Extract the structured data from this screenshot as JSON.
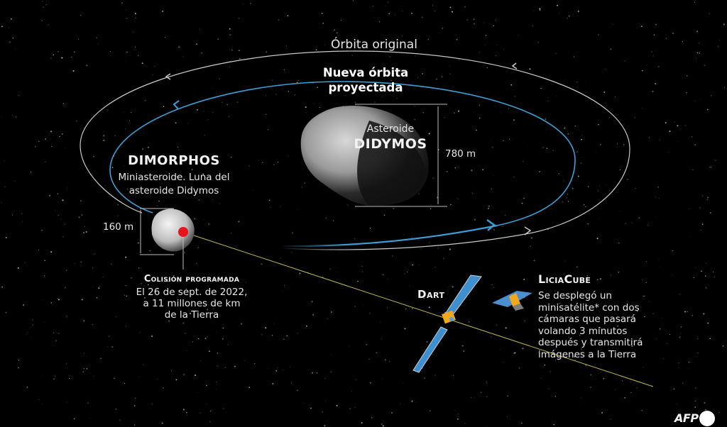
{
  "orbits": {
    "original_label": "Órbita original",
    "new_label_line1": "Nueva órbita",
    "new_label_line2": "proyectada",
    "original_color": "#c9c9c9",
    "new_color": "#3a9fd6"
  },
  "dimorphos": {
    "title": "DIMORPHOS",
    "subtitle_line1": "Miniasteroide. Luna del",
    "subtitle_line2": "asteroide Didymos",
    "size": "160 m"
  },
  "didymos": {
    "prefix": "Asteroide",
    "title": "DIDYMOS",
    "size": "780 m"
  },
  "collision": {
    "title": "Colisión programada",
    "line1": "El 26 de sept. de 2022,",
    "line2": "a 11 millones de km",
    "line3": "de la Tierra",
    "impact_color": "#e8141c"
  },
  "dart": {
    "label": "Dart",
    "trajectory_color": "#c8b84a"
  },
  "liciacube": {
    "title": "LiciaCube",
    "line1": "Se desplegó un",
    "line2": "minisatélite* con dos",
    "line3": "cámaras que pasará",
    "line4": "volando 3 minutos",
    "line5": "después y transmitirá",
    "line6": "imágenes a la Tierra"
  },
  "credit": {
    "logo": "AFP"
  }
}
